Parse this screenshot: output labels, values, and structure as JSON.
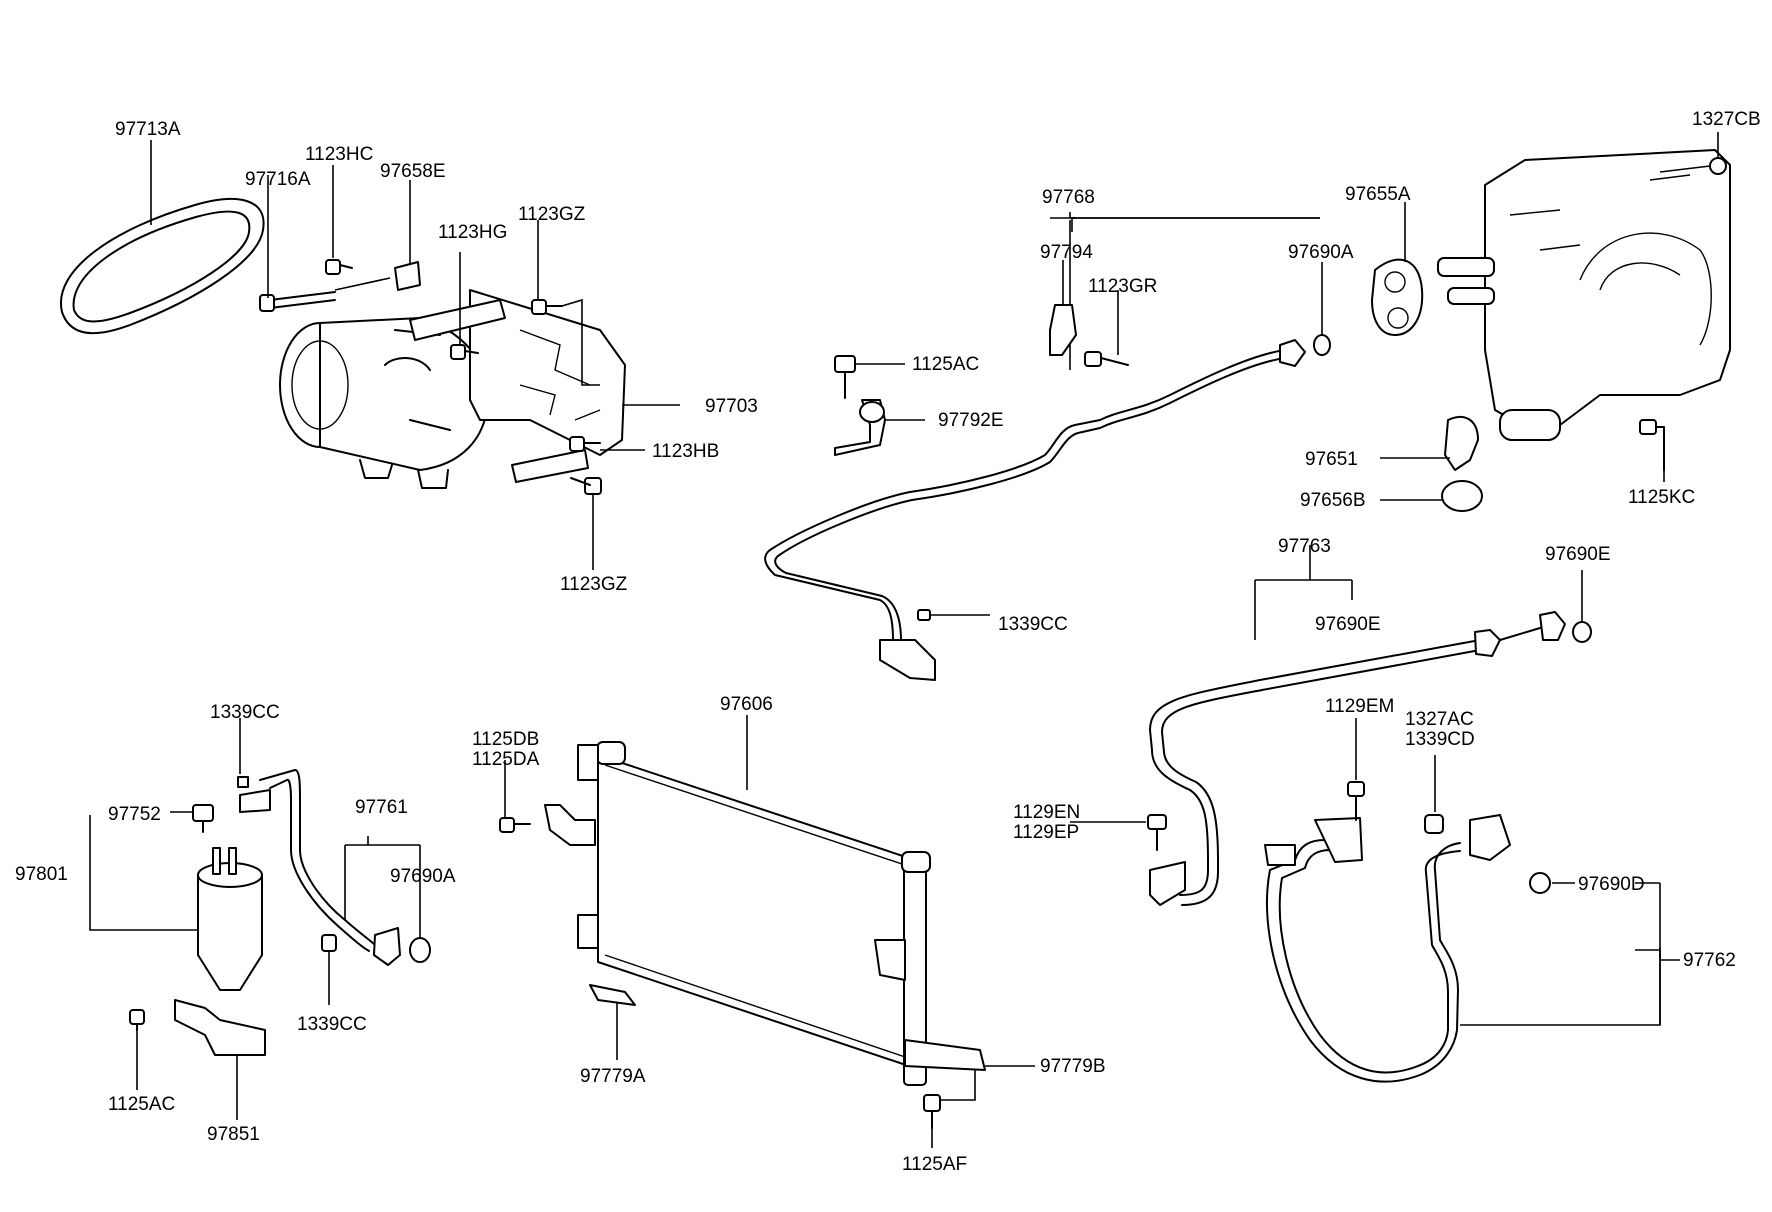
{
  "labels": {
    "l_97713A": "97713A",
    "l_97716A": "97716A",
    "l_1123HC": "1123HC",
    "l_97658E": "97658E",
    "l_1123HG": "1123HG",
    "l_1123GZ_top": "1123GZ",
    "l_97703": "97703",
    "l_1123HB": "1123HB",
    "l_1123GZ_bottom": "1123GZ",
    "l_97768": "97768",
    "l_97794": "97794",
    "l_1123GR": "1123GR",
    "l_97690A_top": "97690A",
    "l_97655A": "97655A",
    "l_1327CB": "1327CB",
    "l_1125AC_top": "1125AC",
    "l_97792E": "97792E",
    "l_97651": "97651",
    "l_97656B": "97656B",
    "l_1125KC": "1125KC",
    "l_1339CC_mid": "1339CC",
    "l_97763": "97763",
    "l_97690E_top": "97690E",
    "l_97690E_mid": "97690E",
    "l_1339CC_left": "1339CC",
    "l_97752": "97752",
    "l_97801": "97801",
    "l_97761": "97761",
    "l_97690A_left": "97690A",
    "l_1339CC_bottom": "1339CC",
    "l_1125AC_bottom": "1125AC",
    "l_97851": "97851",
    "l_97606": "97606",
    "l_1125DB": "1125DB",
    "l_1125DA": "1125DA",
    "l_97779A": "97779A",
    "l_97779B": "97779B",
    "l_1125AF": "1125AF",
    "l_1129EM": "1129EM",
    "l_1327AC": "1327AC",
    "l_1339CD": "1339CD",
    "l_1129EN": "1129EN",
    "l_1129EP": "1129EP",
    "l_97690D": "97690D",
    "l_97762": "97762"
  }
}
